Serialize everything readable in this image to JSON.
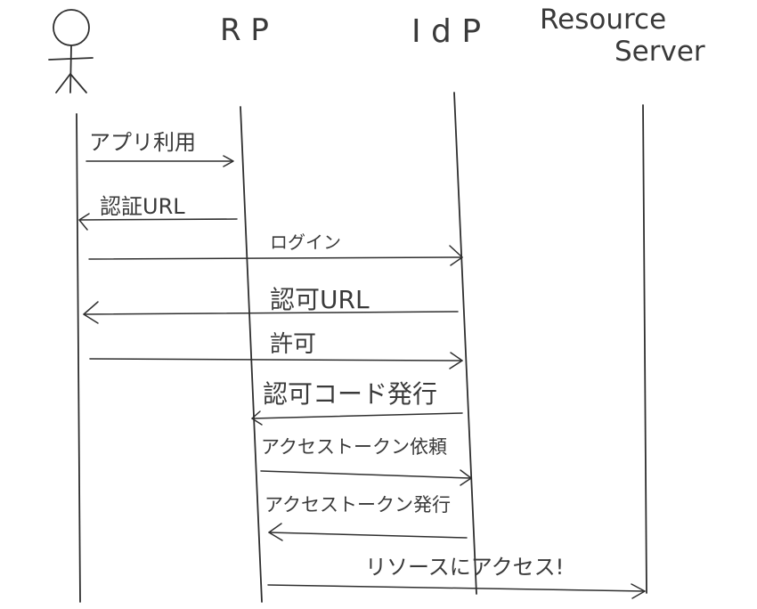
{
  "participants": {
    "user": "",
    "rp": "R P",
    "idp": "I d P",
    "resource_server_line1": "Resource",
    "resource_server_line2": "Server"
  },
  "messages": [
    {
      "label": "アプリ利用"
    },
    {
      "label": "認証URL"
    },
    {
      "label": "ログイン"
    },
    {
      "label": "認可URL"
    },
    {
      "label": "許可"
    },
    {
      "label": "認可コード発行"
    },
    {
      "label": "アクセストークン依頼"
    },
    {
      "label": "アクセストークン発行"
    },
    {
      "label": "リソースにアクセス!"
    }
  ]
}
